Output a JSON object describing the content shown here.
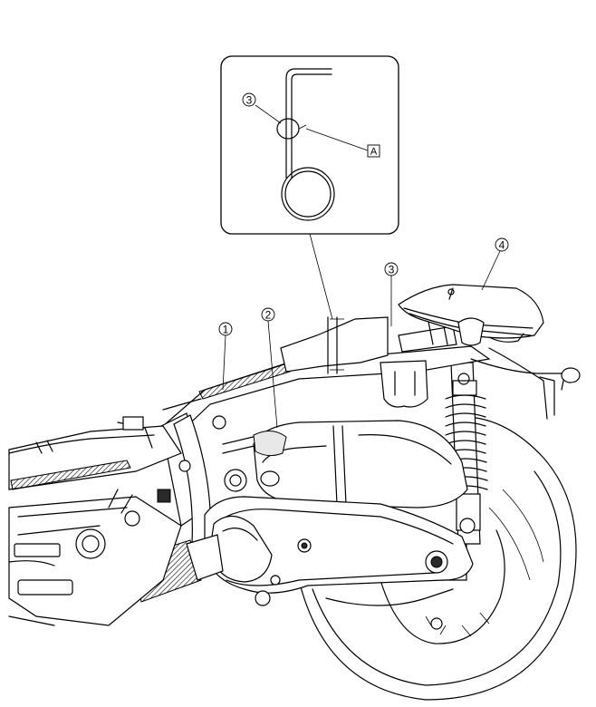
{
  "callouts": {
    "c1": "1",
    "c2": "2",
    "c3": "3",
    "c4": "4",
    "detail_c3": "3",
    "detail_ref": "A"
  }
}
